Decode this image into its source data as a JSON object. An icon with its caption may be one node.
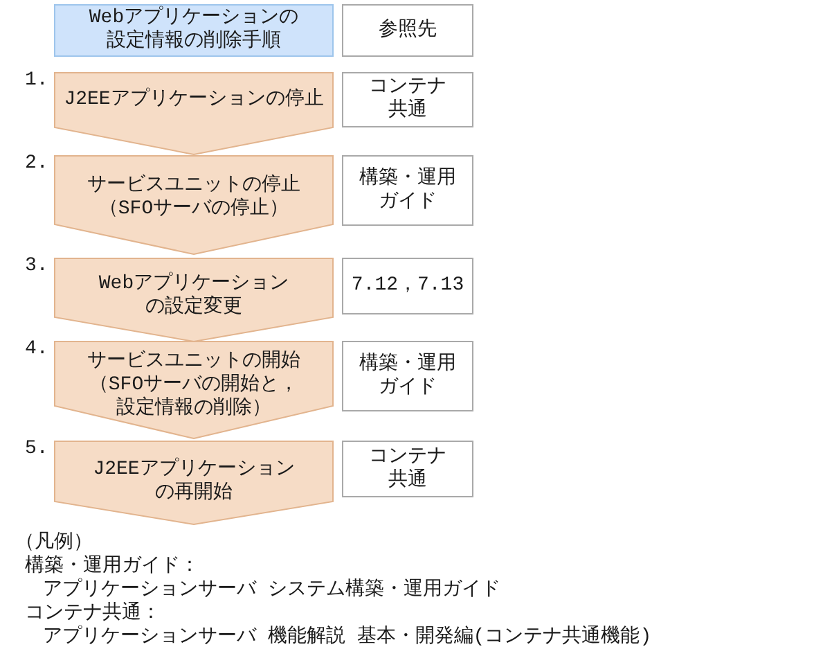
{
  "diagram": {
    "nodes": [
      {
        "text": [
          "Webアプリケーションの設定情報の削除手順"
        ]
      },
      {
        "text": [
          "参照先"
        ]
      },
      {
        "text": [
          "J2EEアプリケーションの停止"
        ],
        "beside": [
          "1."
        ]
      },
      {
        "text": [
          "コンテナ共通"
        ]
      },
      {
        "text": [
          "サービスユニットの停止（SFOサーバの停止）"
        ],
        "beside": [
          "2."
        ]
      },
      {
        "text": [
          "構築・運用ガイド"
        ]
      },
      {
        "text": [
          "Webアプリケーションの設定変更"
        ],
        "beside": [
          "3."
        ]
      },
      {
        "text": [
          "7.12，7.13"
        ]
      },
      {
        "text": [
          "サービスユニットの開始（SFOサーバの開始と，設定情報の削除）"
        ],
        "beside": [
          "4."
        ]
      },
      {
        "text": [
          "構築・運用ガイド"
        ]
      },
      {
        "text": [
          "J2EEアプリケーションの再開始"
        ],
        "beside": [
          "5."
        ]
      },
      {
        "text": [
          "コンテナ共通"
        ]
      }
    ],
    "labels": [
      "（凡例）",
      "構築・運用ガイド：",
      "アプリケーションサーバ システム構築・運用ガイド",
      "コンテナ共通：",
      "アプリケーションサーバ 機能解説 基本・開発編(コンテナ共通機能)"
    ]
  }
}
